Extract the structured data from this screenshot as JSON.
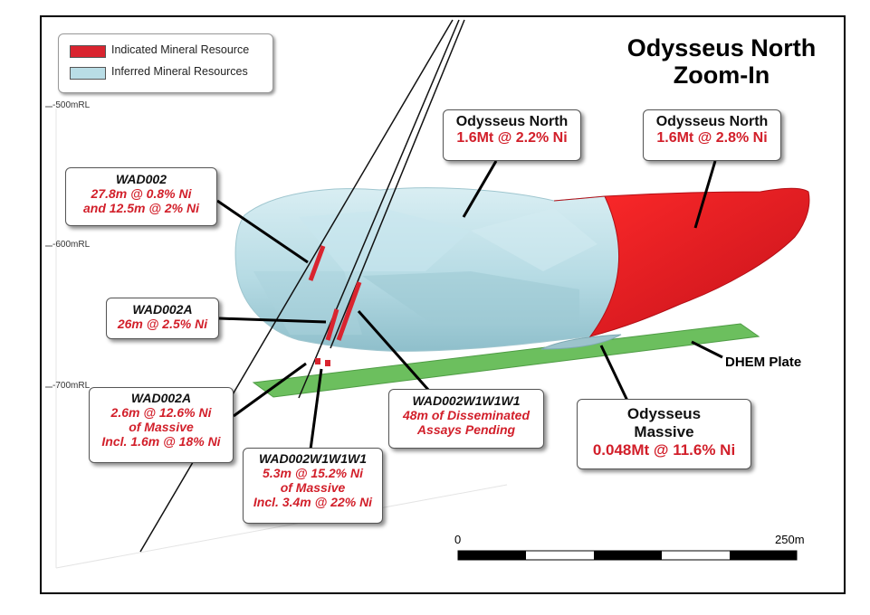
{
  "title": {
    "line1": "Odysseus North",
    "line2": "Zoom-In"
  },
  "legend": {
    "items": [
      {
        "label": "Indicated Mineral Resource",
        "color": "#d9242f"
      },
      {
        "label": "Inferred Mineral Resources",
        "color": "#b9dde6"
      }
    ]
  },
  "rl_labels": {
    "top": "-500mRL",
    "mid": "-600mRL",
    "bottom": "-700mRL"
  },
  "callouts": {
    "wad002": {
      "name": "WAD002",
      "line1": "27.8m @ 0.8% Ni",
      "line2": "and 12.5m @ 2% Ni"
    },
    "wad002a_upper": {
      "name": "WAD002A",
      "line1": "26m @ 2.5% Ni"
    },
    "wad002a_lower": {
      "name": "WAD002A",
      "line1": "2.6m @ 12.6% Ni",
      "line2": "of Massive",
      "line3": "Incl. 1.6m @ 18% Ni"
    },
    "wad002w1w1w1_lower": {
      "name": "WAD002W1W1W1",
      "line1": "5.3m @ 15.2% Ni",
      "line2": "of Massive",
      "line3": "Incl. 3.4m @ 22% Ni"
    },
    "wad002w1w1w1_mid": {
      "name": "WAD002W1W1W1",
      "line1": "48m of Disseminated",
      "line2": "Assays Pending"
    },
    "odn_inferred": {
      "name": "Odysseus North",
      "grade": "1.6Mt @ 2.2% Ni"
    },
    "odn_indicated": {
      "name": "Odysseus North",
      "grade": "1.6Mt @ 2.8% Ni"
    },
    "massive": {
      "name1": "Odysseus",
      "name2": "Massive",
      "grade": "0.048Mt @ 11.6% Ni"
    }
  },
  "dhem_label": "DHEM Plate",
  "scale": {
    "start": "0",
    "end": "250m"
  },
  "colors": {
    "indicated": "#d9242f",
    "inferred": "#b9dde6",
    "plate": "#6cbf5e",
    "callout_red": "#d21f2a"
  }
}
